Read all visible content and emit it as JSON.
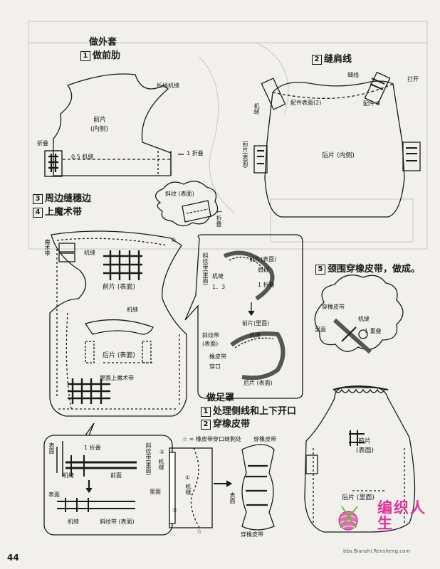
{
  "outer": {
    "title": "做外套",
    "step1_num": "1",
    "step1": "做前肋",
    "step2_num": "2",
    "step2": "缝肩线",
    "step3_num": "3",
    "step3": "周边缝穗边",
    "step4_num": "4",
    "step4": "上魔术带",
    "step5_num": "5",
    "step5": "颈围穿橡皮带，做成。"
  },
  "fig1": {
    "line_stitch": "折线机缝",
    "front_piece": "前片",
    "inside": "(内侧)",
    "fold": "折叠",
    "seam_05": "0.5 机缝",
    "fold_1": "1 折叠"
  },
  "fig2": {
    "thin_line": "细线",
    "open": "打开",
    "part_surface": "配件表面(2)",
    "part_b": "配件 B",
    "machine_seam": "机缝",
    "front_surface": "前片(表面)",
    "back_inside": "后片 (内侧)"
  },
  "fig3": {
    "bias_surface": "斜纹 (表面)",
    "fold_1": "1 折叠",
    "velcro": "魔术带",
    "machine_seam": "机缝",
    "front_surface": "前片 (表面)",
    "machine_seam_2": "机缝",
    "back_surface": "后片 (表面)",
    "inner_velcro": "里面上魔术带",
    "circ_2": "②"
  },
  "inset1": {
    "bias_tape_inside": "斜纹带(里面)",
    "machine_seam": "机缝",
    "front_surface": "前片(表面)",
    "shoulder": "肩线",
    "ratio": "1．3",
    "fold_1": "1 折叠",
    "front_inside": "前片(里面)",
    "bias_tape_surface": "斜纹带(表面)",
    "machine_seam_2": "机缝",
    "elastic": "橡皮带",
    "threading": "穿口",
    "back_surface": "后片 (表面)"
  },
  "inset2": {
    "surface": "表面",
    "fold_1": "1 折叠",
    "bias_inside": "斜纹带(里面)",
    "machine_seam": "机缝",
    "front": "前面",
    "surface2": "表面",
    "machine_seam_2": "机缝",
    "bias_surface": "斜纹带 (表面)"
  },
  "foot": {
    "title": "做足罩",
    "step1_num": "1",
    "step1": "处理侧线和上下开口",
    "step2_num": "2",
    "step2": "穿橡皮带",
    "note": "☆ = 橡皮带穿口缝剩处",
    "elastic_label": "穿橡皮带",
    "circ_2": "②",
    "machine_seam": "机缝",
    "back_side": "里面",
    "circ_1": "①",
    "machine_seam_2": "机缝",
    "circ_2b": "②",
    "star": "☆",
    "surface": "表面",
    "elastic_label_2": "穿橡皮带"
  },
  "fig5": {
    "elastic": "穿橡皮带",
    "front": "里面",
    "machine_seam": "机缝",
    "overlap": "1 重叠",
    "front_piece": "前片",
    "front_surface": "(表面)",
    "back_inside": "后片 (里面)"
  },
  "logo": {
    "text": "编织人生",
    "sub": "bbs.Bianzhi.Rensheng.com"
  },
  "page_number": "44",
  "colors": {
    "line": "#1a1a1a",
    "paper": "#f1f0ec",
    "logo_pink": "#e0339a",
    "logo_green": "#5cc23a"
  }
}
